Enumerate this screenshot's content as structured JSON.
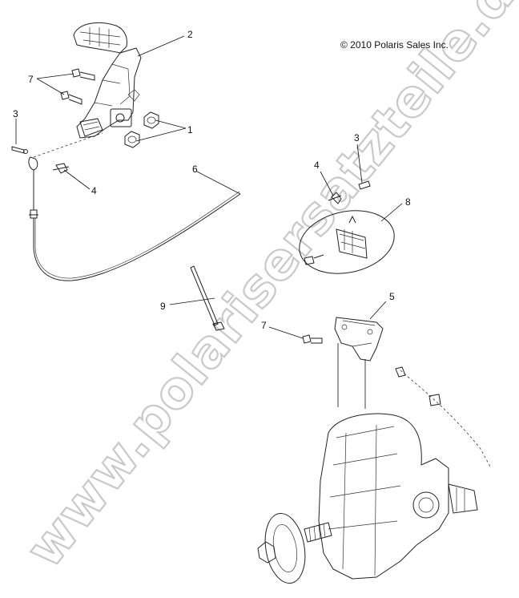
{
  "copyright": "© 2010 Polaris Sales Inc.",
  "watermark": "www.polarisersatzteile.de",
  "callouts": [
    "2",
    "7",
    "3",
    "1",
    "4",
    "6",
    "3",
    "4",
    "8",
    "9",
    "5",
    "7"
  ],
  "colors": {
    "line": "#222222",
    "watermark_outline": "#c9c9c9",
    "background": "#ffffff"
  }
}
